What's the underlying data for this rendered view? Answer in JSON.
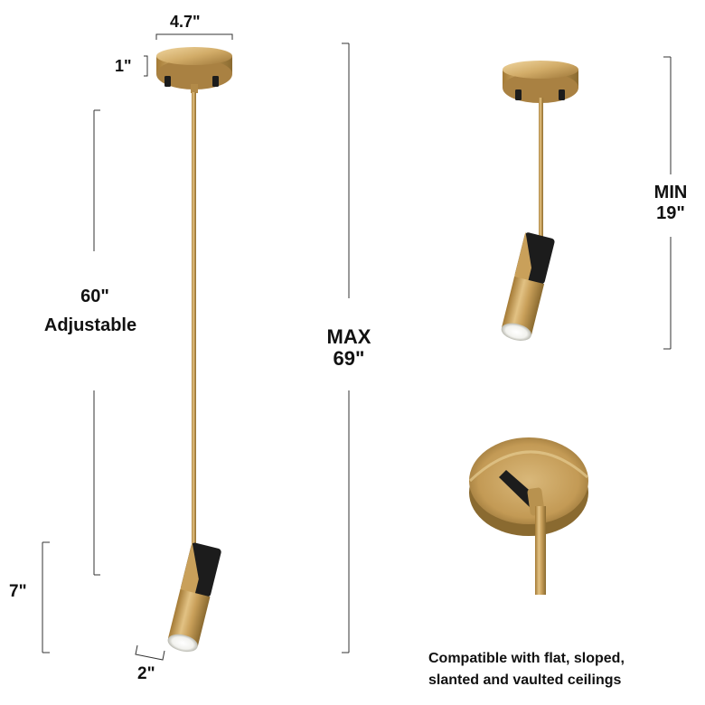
{
  "dimensions": {
    "canopy_width": "4.7\"",
    "canopy_height": "1\"",
    "rod_length": "60\"",
    "rod_note": "Adjustable",
    "shade_length": "7\"",
    "shade_diameter": "2\"",
    "max_label": "MAX",
    "max_value": "69\"",
    "min_label": "MIN",
    "min_value": "19\""
  },
  "caption": {
    "line1": "Compatible with flat, sloped,",
    "line2": "slanted and vaulted ceilings"
  },
  "colors": {
    "brass": "#c9a05a",
    "brass_dark": "#8a6a30",
    "black": "#1c1c1c",
    "line": "#333333"
  }
}
